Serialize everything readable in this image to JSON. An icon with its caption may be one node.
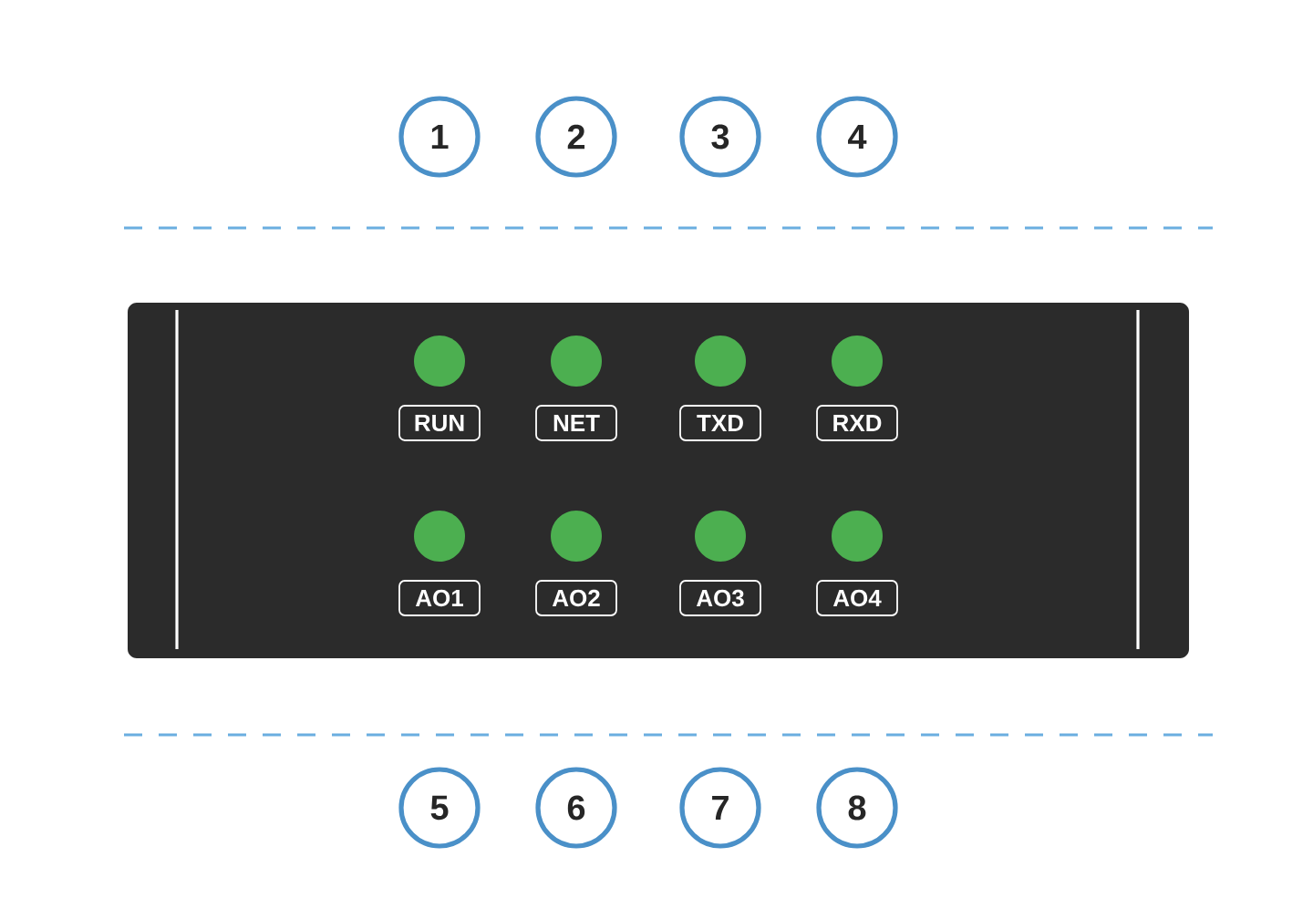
{
  "diagram": {
    "nodes": [
      {
        "text": [
          "1"
        ]
      },
      {
        "text": [
          "2"
        ]
      },
      {
        "text": [
          "3"
        ]
      },
      {
        "text": [
          "4"
        ]
      },
      {
        "text": [],
        "shape": "box"
      },
      {
        "text": [
          "RUN"
        ],
        "in": 4
      },
      {
        "text": [
          "NET"
        ],
        "in": 4
      },
      {
        "text": [
          "TXD"
        ],
        "in": 4
      },
      {
        "text": [
          "RXD"
        ],
        "in": 4
      },
      {
        "text": [
          "AO1"
        ],
        "in": 4
      },
      {
        "text": [
          "AO2"
        ],
        "in": 4
      },
      {
        "text": [
          "AO3"
        ],
        "in": 4
      },
      {
        "text": [
          "AO4"
        ],
        "in": 4
      },
      {
        "text": [
          "5"
        ]
      },
      {
        "text": [
          "6"
        ]
      },
      {
        "text": [
          "7"
        ]
      },
      {
        "text": [
          "8"
        ]
      }
    ]
  }
}
